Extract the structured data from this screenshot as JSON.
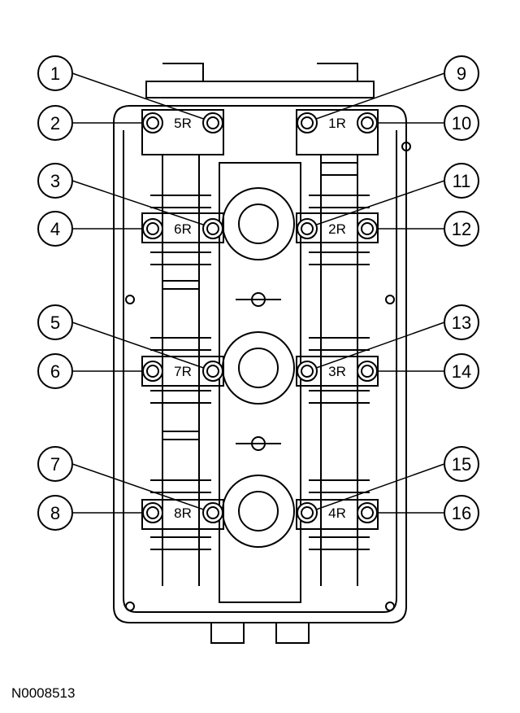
{
  "figure_id": "N0008513",
  "callouts": [
    "1",
    "2",
    "3",
    "4",
    "5",
    "6",
    "7",
    "8",
    "9",
    "10",
    "11",
    "12",
    "13",
    "14",
    "15",
    "16"
  ],
  "cap_labels": [
    "5R",
    "6R",
    "7R",
    "8R",
    "1R",
    "2R",
    "3R",
    "4R"
  ],
  "colors": {
    "line": "#000000",
    "fill": "#ffffff"
  },
  "icons": [
    "bolt-icon"
  ]
}
